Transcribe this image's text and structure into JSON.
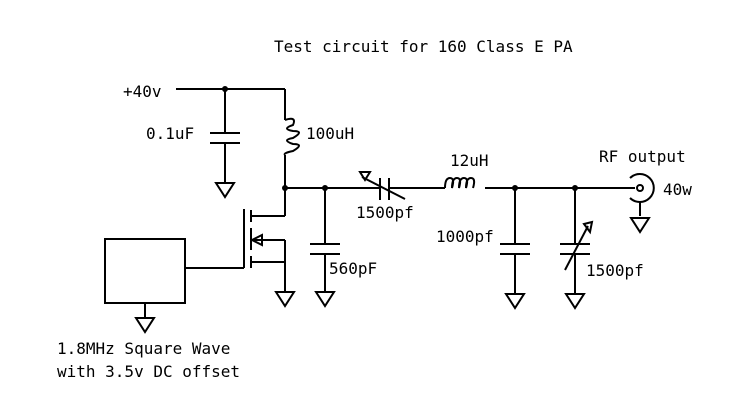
{
  "title": "Test circuit for 160 Class E PA",
  "labels": {
    "supply": "+40v",
    "bypass_cap": "0.1uF",
    "rfc": "100uH",
    "shunt_cap": "560pF",
    "series_cap": "1500pf",
    "series_ind": "12uH",
    "load_cap": "1000pf",
    "tune_cap": "1500pf",
    "output": "RF output",
    "power": "40w",
    "source_line1": "1.8MHz Square Wave",
    "source_line2": "with 3.5v DC offset"
  }
}
